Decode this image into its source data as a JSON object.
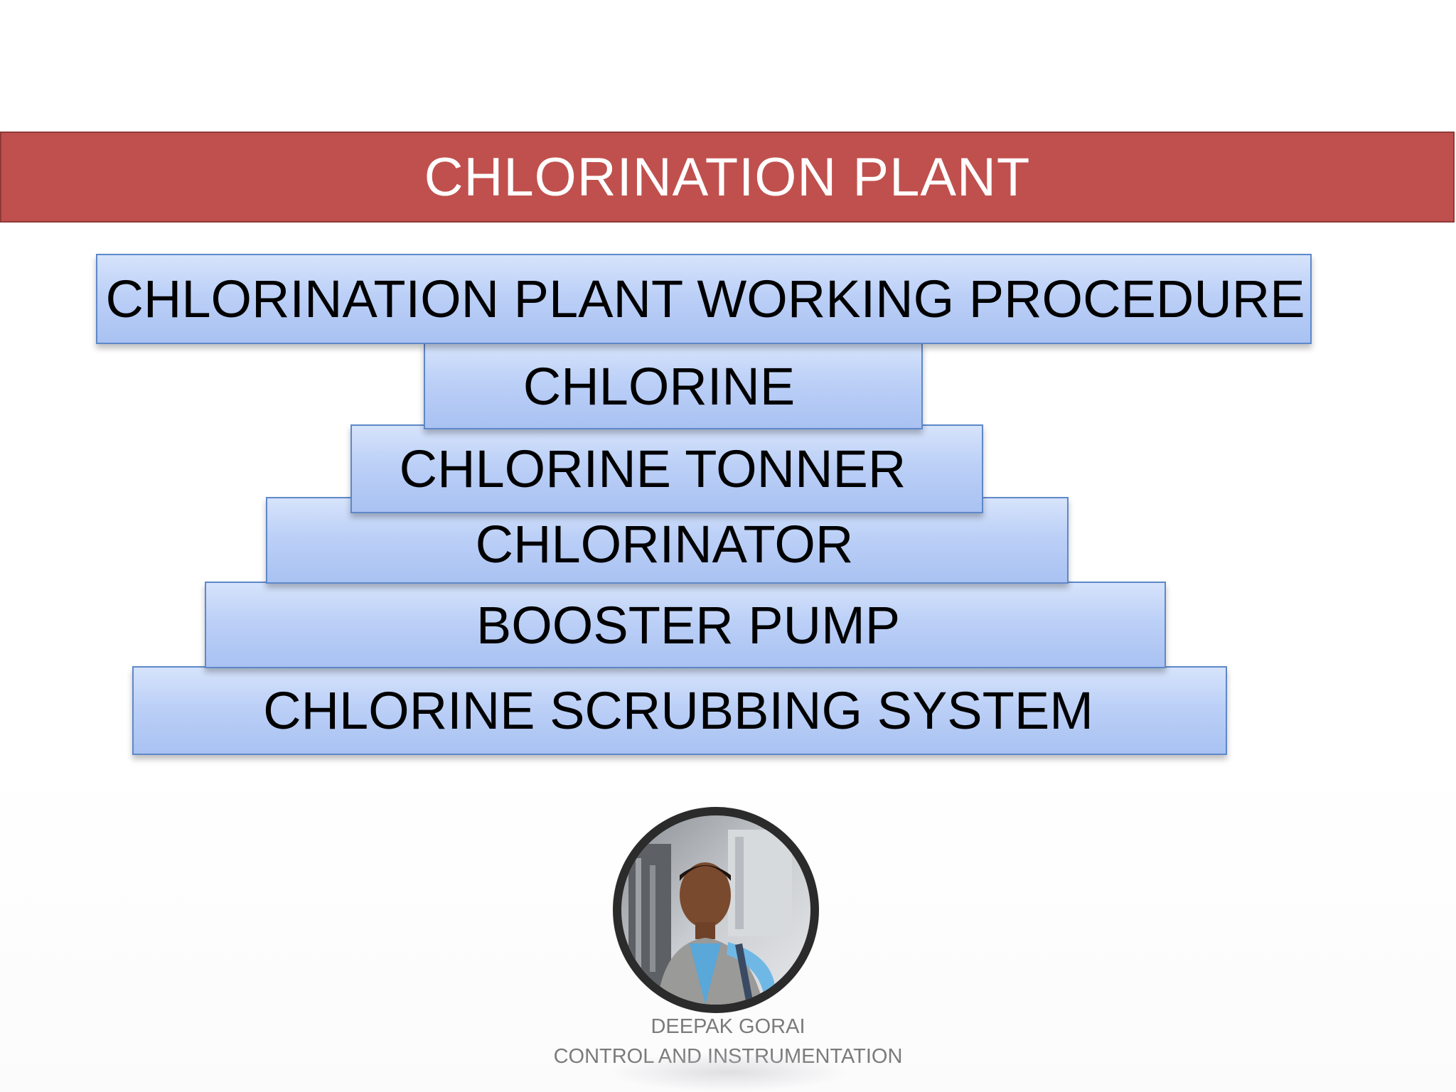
{
  "title": "CHLORINATION PLANT",
  "steps": [
    "CHLORINATION PLANT WORKING PROCEDURE",
    "CHLORINE",
    "CHLORINE TONNER",
    "CHLORINATOR",
    "BOOSTER PUMP",
    "CHLORINE SCRUBBING SYSTEM"
  ],
  "footer": {
    "name": "DEEPAK GORAI",
    "role": "CONTROL AND INSTRUMENTATION"
  },
  "colors": {
    "title_bar": "#c0504d",
    "step_fill": "#bcd0f7",
    "step_border": "#5e88c9"
  },
  "icons": {
    "avatar": "person-photo"
  }
}
